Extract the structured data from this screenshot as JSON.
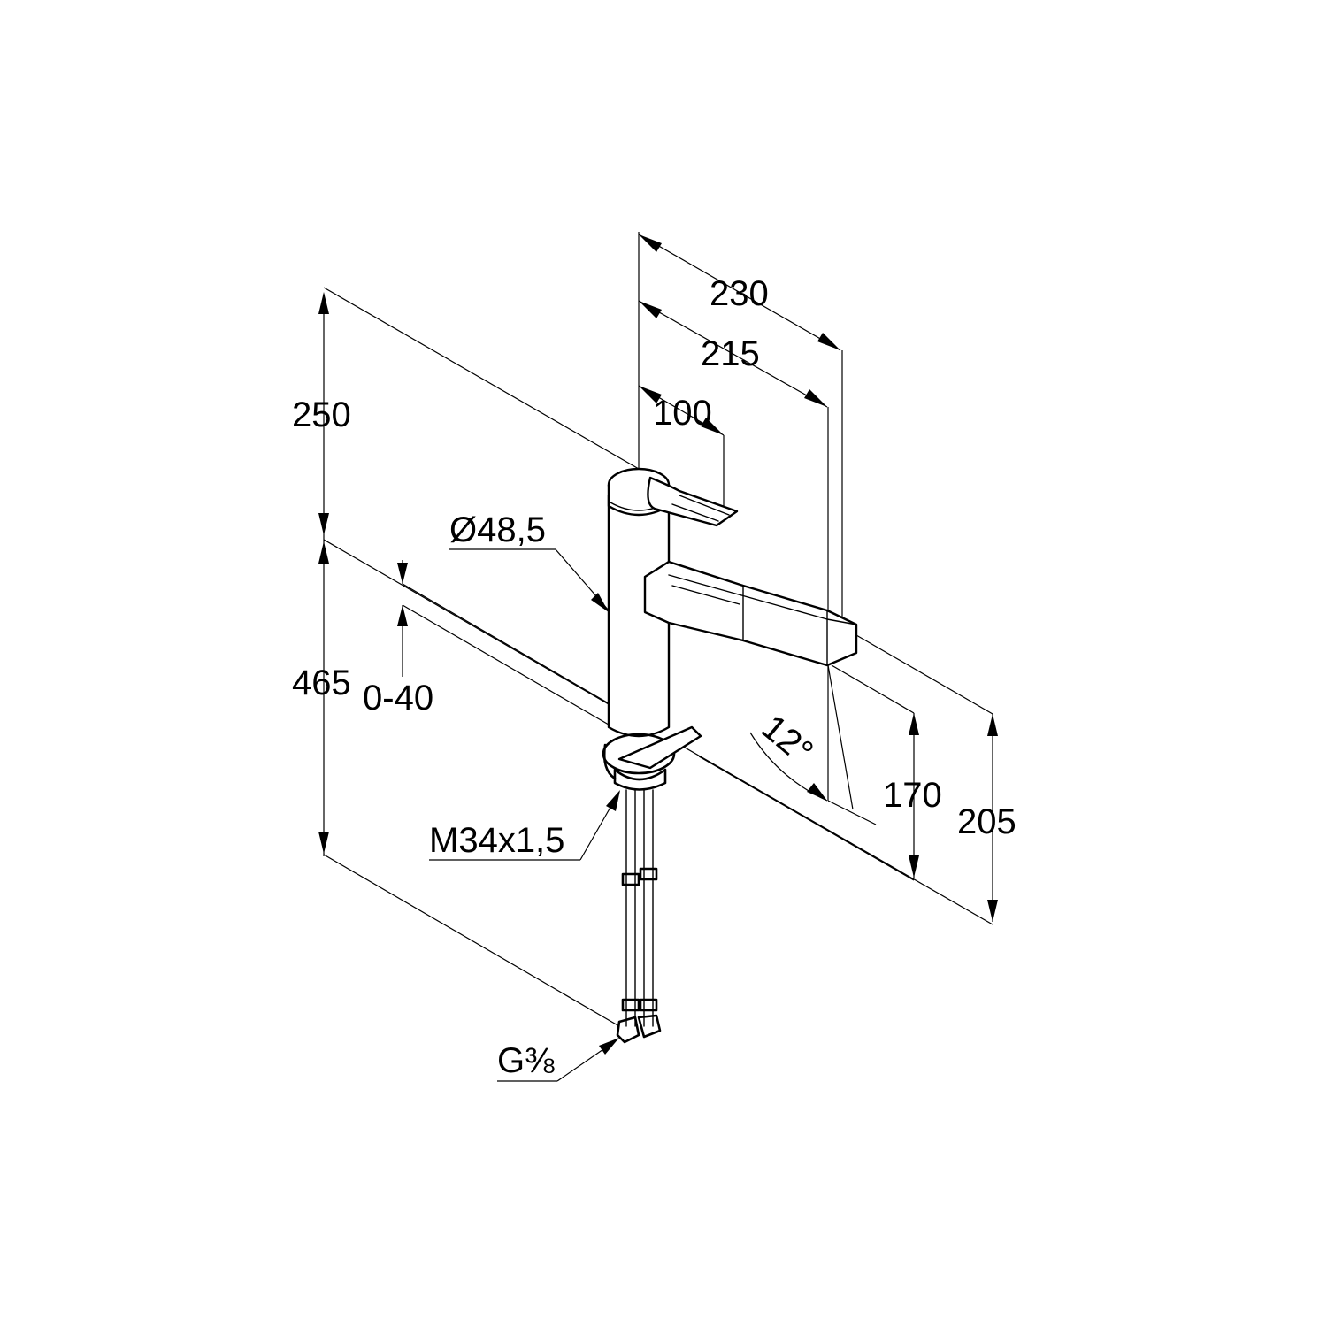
{
  "dimensions": {
    "width_total": "230",
    "width_spout": "215",
    "width_lever": "100",
    "height_top": "250",
    "height_total": "465",
    "height_range": "0-40",
    "diameter": "Ø48,5",
    "angle": "12°",
    "spout_height_170": "170",
    "spout_height_205": "205",
    "thread": "M34x1,5",
    "connection": "G⅜"
  },
  "colors": {
    "line": "#000000",
    "background": "#ffffff"
  }
}
